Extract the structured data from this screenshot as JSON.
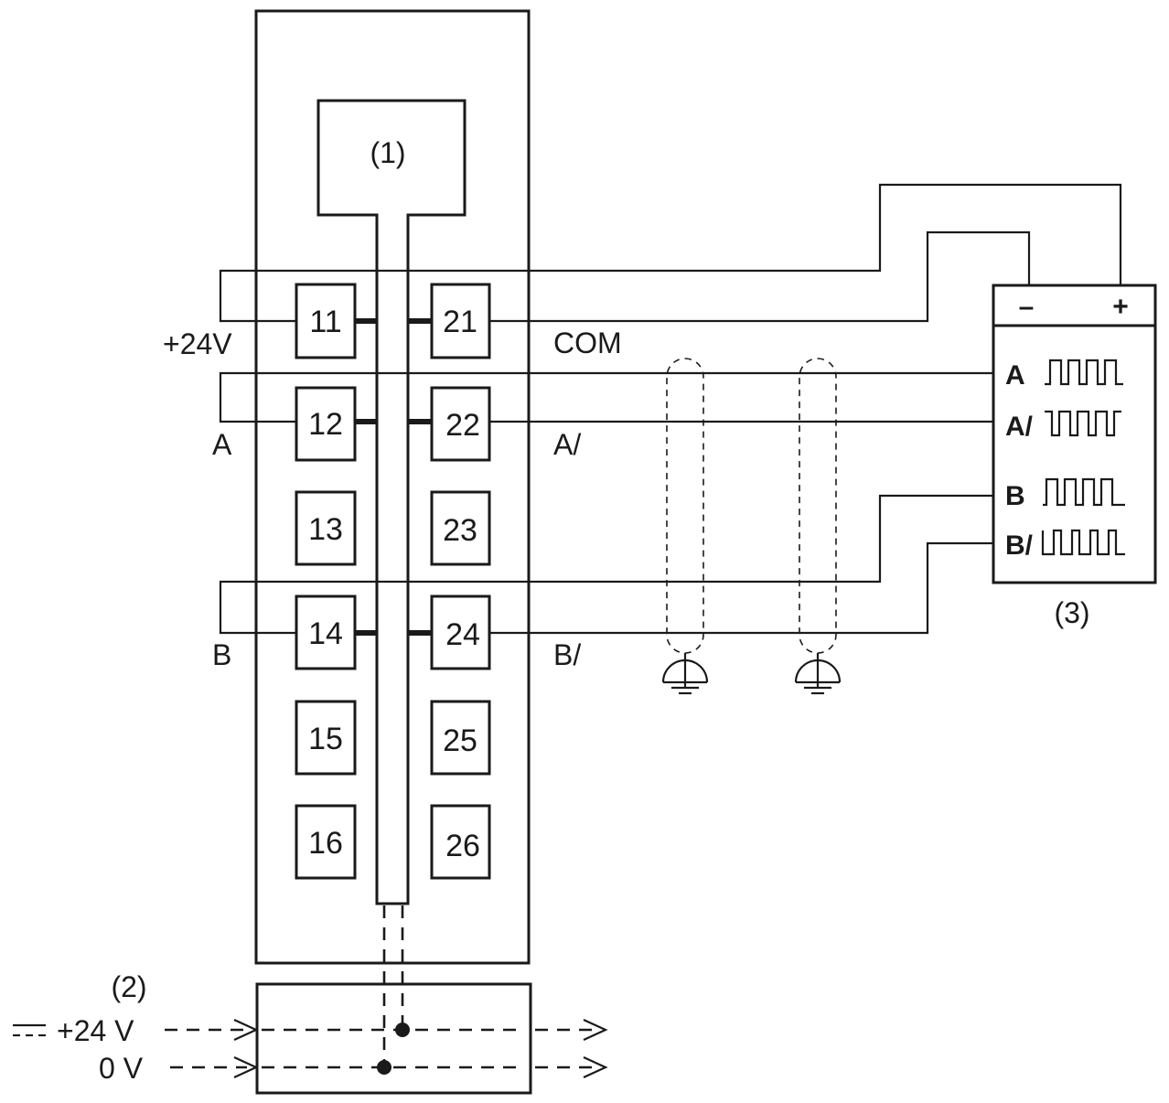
{
  "callouts": {
    "module": "(1)",
    "power": "(2)",
    "encoder": "(3)"
  },
  "terminals": {
    "left": [
      "11",
      "12",
      "13",
      "14",
      "15",
      "16"
    ],
    "right": [
      "21",
      "22",
      "23",
      "24",
      "25",
      "26"
    ]
  },
  "signals": {
    "plus24": "+24V",
    "a": "A",
    "b": "B",
    "com": "COM",
    "a_inv": "A/",
    "b_inv": "B/"
  },
  "encoder": {
    "minus": "–",
    "plus": "+",
    "channels": [
      "A",
      "A/",
      "B",
      "B/"
    ]
  },
  "power": {
    "dc_symbol": "⎓",
    "v24": "+24 V",
    "v0": "0 V"
  }
}
